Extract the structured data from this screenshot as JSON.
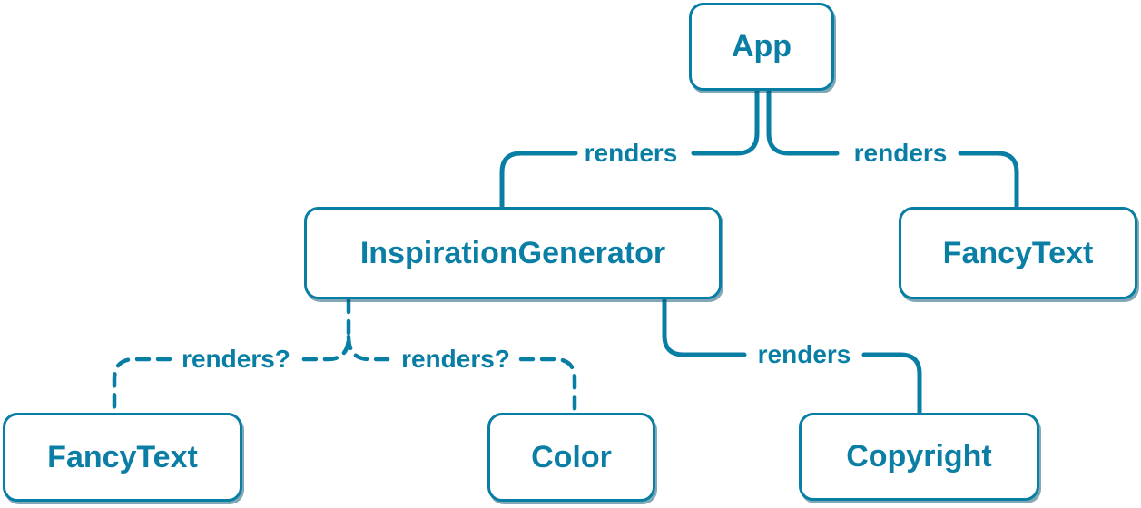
{
  "nodes": {
    "app": {
      "label": "App"
    },
    "inspiration_generator": {
      "label": "InspirationGenerator"
    },
    "fancy_text_top": {
      "label": "FancyText"
    },
    "fancy_text_bottom": {
      "label": "FancyText"
    },
    "color": {
      "label": "Color"
    },
    "copyright": {
      "label": "Copyright"
    }
  },
  "edges": [
    {
      "from": "App",
      "to": "InspirationGenerator",
      "label": "renders",
      "style": "solid"
    },
    {
      "from": "App",
      "to": "FancyText",
      "label": "renders",
      "style": "solid"
    },
    {
      "from": "InspirationGenerator",
      "to": "Copyright",
      "label": "renders",
      "style": "solid"
    },
    {
      "from": "InspirationGenerator",
      "to": "FancyText",
      "label": "renders?",
      "style": "dashed"
    },
    {
      "from": "InspirationGenerator",
      "to": "Color",
      "label": "renders?",
      "style": "dashed"
    }
  ],
  "colors": {
    "accent": "#087EA4",
    "node_background": "#FFFFFF",
    "shadow": "rgba(8,81,107,0.5)"
  }
}
